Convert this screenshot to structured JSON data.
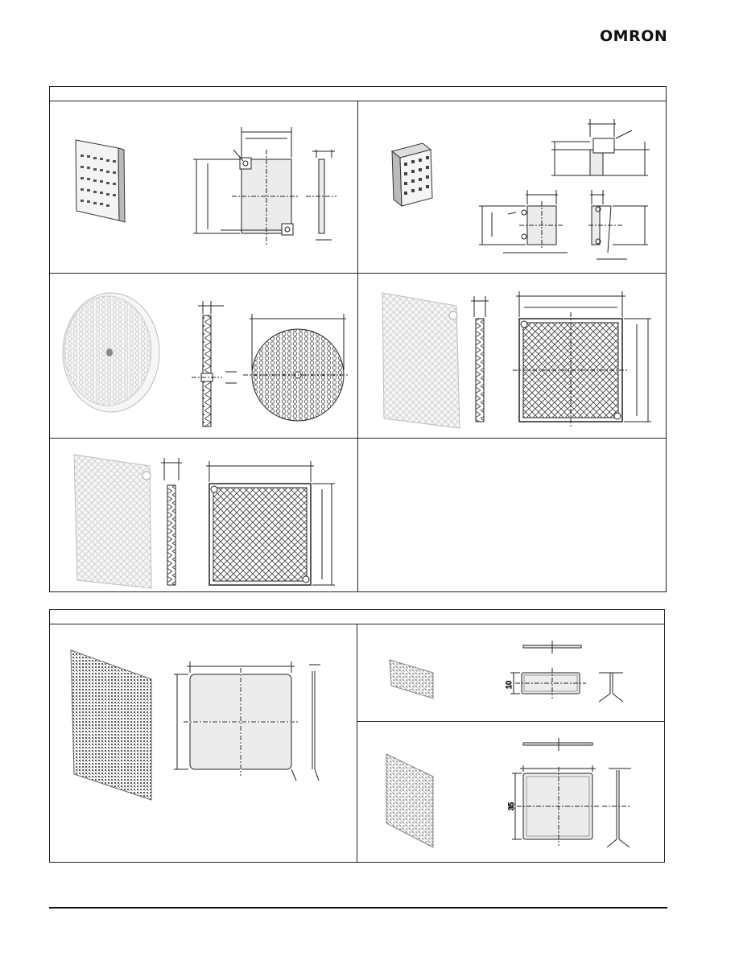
{
  "header": {
    "logo_text": "OMRON"
  },
  "dimension_labels": {
    "rect_small_height": "10",
    "square_small_height": "35"
  },
  "colors": {
    "line": "#222222",
    "fill": "#ececec",
    "grid": "#444444"
  }
}
